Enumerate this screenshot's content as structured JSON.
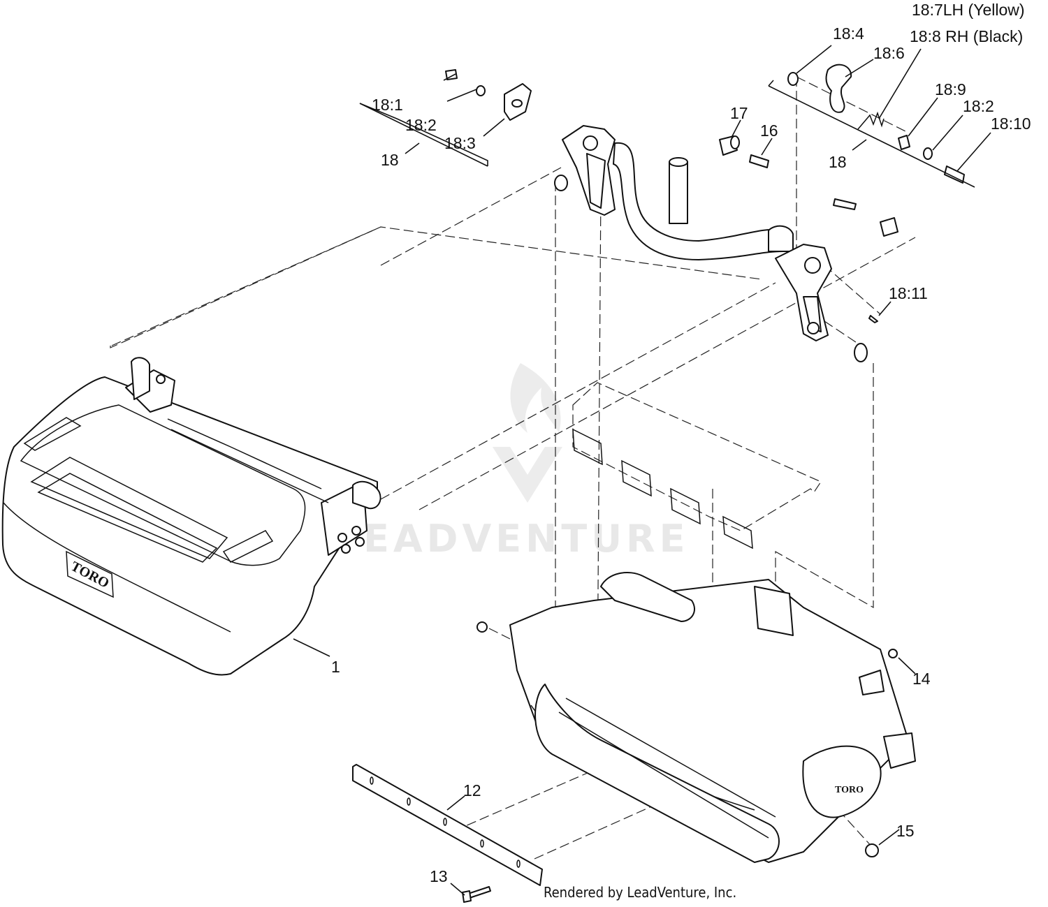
{
  "diagram": {
    "footer": "Rendered by LeadVenture, Inc.",
    "watermark": "EADVENTURE",
    "labels": {
      "l18_7": "18:7LH (Yellow)",
      "l18_8": "18:8 RH (Black)",
      "l18_4": "18:4",
      "l18_6": "18:6",
      "l18_9": "18:9",
      "l18_2r": "18:2",
      "l18_10": "18:10",
      "l18r": "18",
      "l17": "17",
      "l16": "16",
      "l18_1": "18:1",
      "l18_2l": "18:2",
      "l18_3": "18:3",
      "l18l": "18",
      "l18_11": "18:11",
      "l1": "1",
      "l14": "14",
      "l12": "12",
      "l15": "15",
      "l13": "13"
    }
  }
}
